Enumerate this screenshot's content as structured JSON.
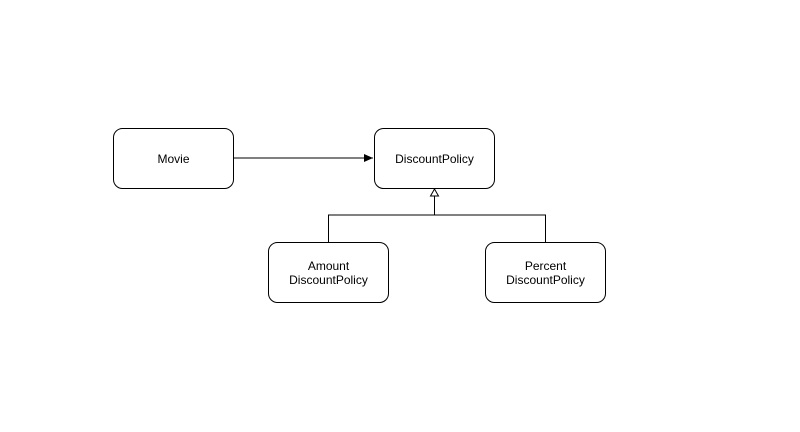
{
  "diagram": {
    "nodes": {
      "movie": {
        "lines": [
          "Movie"
        ]
      },
      "discount_policy": {
        "lines": [
          "DiscountPolicy"
        ]
      },
      "amount_discount_policy": {
        "lines": [
          "Amount",
          "DiscountPolicy"
        ]
      },
      "percent_discount_policy": {
        "lines": [
          "Percent",
          "DiscountPolicy"
        ]
      }
    },
    "edges": [
      {
        "from": "movie",
        "to": "discount_policy",
        "kind": "association"
      },
      {
        "from": "amount_discount_policy",
        "to": "discount_policy",
        "kind": "generalization"
      },
      {
        "from": "percent_discount_policy",
        "to": "discount_policy",
        "kind": "generalization"
      }
    ]
  }
}
